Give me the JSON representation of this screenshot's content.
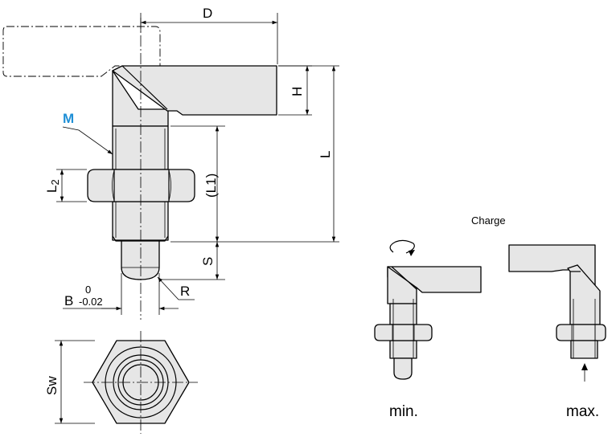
{
  "labels": {
    "D": "D",
    "H": "H",
    "L": "L",
    "M": "M",
    "L2": "L",
    "L2_sub": "2",
    "L1": "(L1)",
    "S": "S",
    "R": "R",
    "B": "B",
    "tol_upper": "0",
    "tol_lower": "-0.02",
    "Sw": "Sw",
    "charge": "Charge",
    "min": "min.",
    "max": "max."
  },
  "colors": {
    "part_fill": "#e6e6e6",
    "callout_blue": "#1f8fd6"
  },
  "icons": {
    "rotation": "rotate-arrow-icon",
    "push": "up-arrow-icon"
  }
}
